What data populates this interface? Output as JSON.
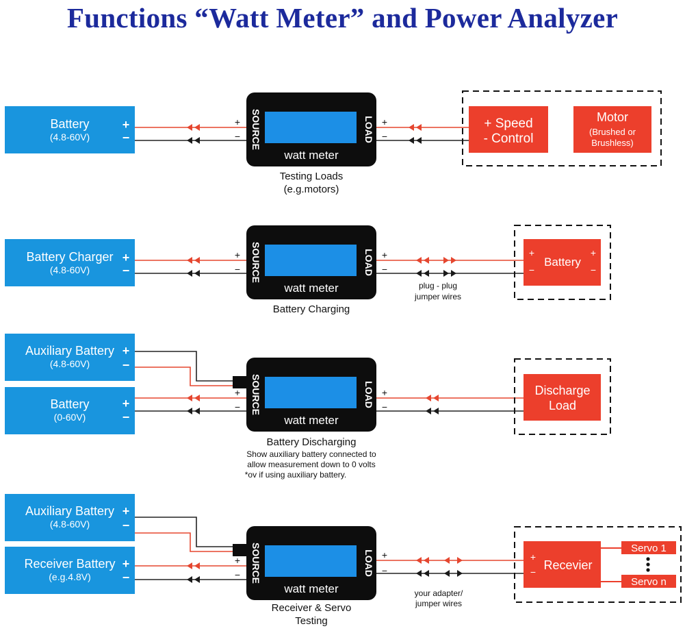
{
  "title": "Functions “Watt Meter” and Power Analyzer",
  "meter": {
    "source_label": "SOURCE",
    "load_label": "LOAD",
    "screen_label": "watt meter",
    "plus": "+",
    "minus": "−"
  },
  "colors": {
    "title": "#1c2a9c",
    "source_box": "#1995de",
    "load_box": "#ec3f2c",
    "meter": "#0d0d0d",
    "screen": "#1c8fe6",
    "positive_wire": "#e5462f",
    "negative_wire": "#222222"
  },
  "icons": [
    "arrow-left-icon",
    "arrow-right-icon",
    "dashed-border"
  ],
  "panel1": {
    "source_name": "Battery",
    "source_range": "(4.8-60V)",
    "caption_line1": "Testing Loads",
    "caption_line2": "(e.g.motors)",
    "speed_control_line1": "+  Speed",
    "speed_control_line2": "-  Control",
    "motor_title": "Motor",
    "motor_line1": "(Brushed or",
    "motor_line2": "Brushless)"
  },
  "panel2": {
    "source_name": "Battery Charger",
    "source_range": "(4.8-60V)",
    "caption": "Battery Charging",
    "note_line1": "plug - plug",
    "note_line2": "jumper wires",
    "load_name": "Battery"
  },
  "panel3": {
    "aux_name": "Auxiliary Battery",
    "aux_range": "(4.8-60V)",
    "source_name": "Battery",
    "source_range": "(0-60V)",
    "caption": "Battery Discharging",
    "note_line1": "Show auxiliary battery connected to",
    "note_line2": "allow measurement down to 0 volts",
    "note_line3": "*ov if using auxiliary battery.",
    "load_line1": "Discharge",
    "load_line2": "Load"
  },
  "panel4": {
    "aux_name": "Auxiliary Battery",
    "aux_range": "(4.8-60V)",
    "source_name": "Receiver Battery",
    "source_range": "(e.g.4.8V)",
    "caption_line1": "Receiver & Servo",
    "caption_line2": "Testing",
    "note_line1": "your adapter/",
    "note_line2": "jumper wires",
    "receiver_name": "Recevier",
    "servo1": "Servo 1",
    "servon": "Servo n"
  }
}
